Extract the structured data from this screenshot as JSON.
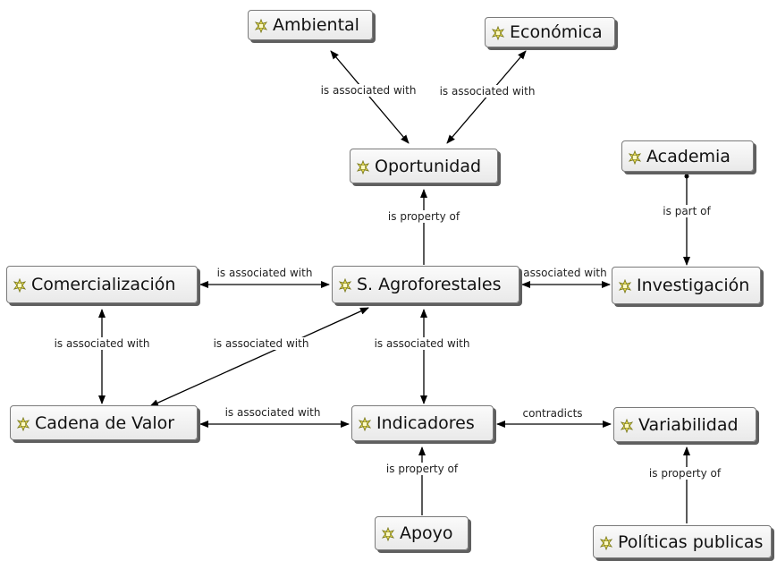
{
  "nodes": {
    "ambiental": "Ambiental",
    "economica": "Económica",
    "oportunidad": "Oportunidad",
    "academia": "Academia",
    "comercializacion": "Comercialización",
    "agroforestales": "S. Agroforestales",
    "investigacion": "Investigación",
    "cadena": "Cadena de Valor",
    "indicadores": "Indicadores",
    "variabilidad": "Variabilidad",
    "apoyo": "Apoyo",
    "politicas": "Políticas publicas"
  },
  "edges": {
    "ambiental_oportunidad": "is associated with",
    "economica_oportunidad": "is associated with",
    "oportunidad_agro": "is property of",
    "academia_investigacion": "is part of",
    "comercializacion_agro": "is associated with",
    "agro_investigacion": "associated with",
    "comercializacion_cadena": "is associated with",
    "cadena_agro": "is associated with",
    "agro_indicadores": "is associated with",
    "cadena_indicadores": "is associated with",
    "indicadores_variabilidad": "contradicts",
    "apoyo_indicadores": "is property of",
    "politicas_variabilidad": "is property of"
  },
  "icon": "code-node-icon"
}
